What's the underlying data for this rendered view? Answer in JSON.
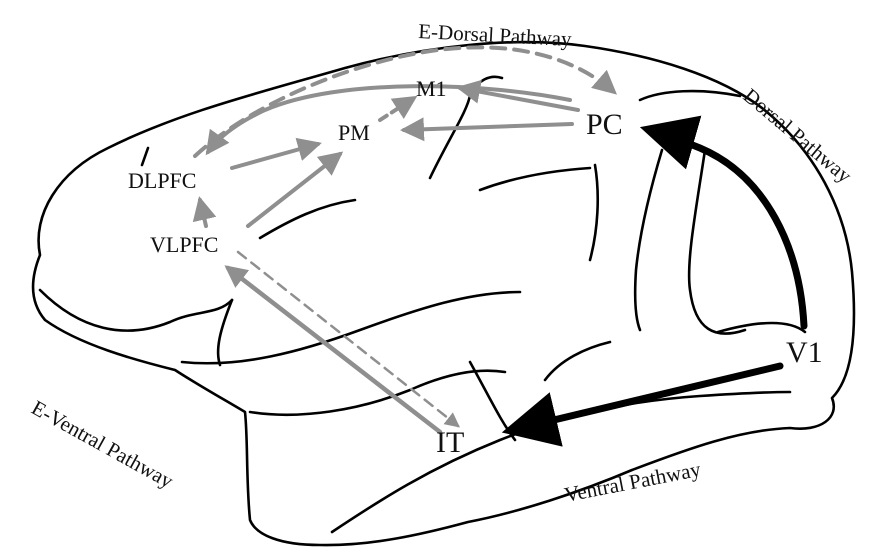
{
  "regions": {
    "m1": "M1",
    "pm": "PM",
    "pc": "PC",
    "dlpfc": "DLPFC",
    "vlpfc": "VLPFC",
    "it": "IT",
    "v1": "V1"
  },
  "pathways": {
    "e_dorsal": "E-Dorsal Pathway",
    "dorsal": "Dorsal Pathway",
    "ventral": "Ventral Pathway",
    "e_ventral": "E-Ventral Pathway"
  },
  "colors": {
    "outline": "#000000",
    "extended_pathway": "#8f8f8f",
    "primary_pathway": "#000000"
  }
}
